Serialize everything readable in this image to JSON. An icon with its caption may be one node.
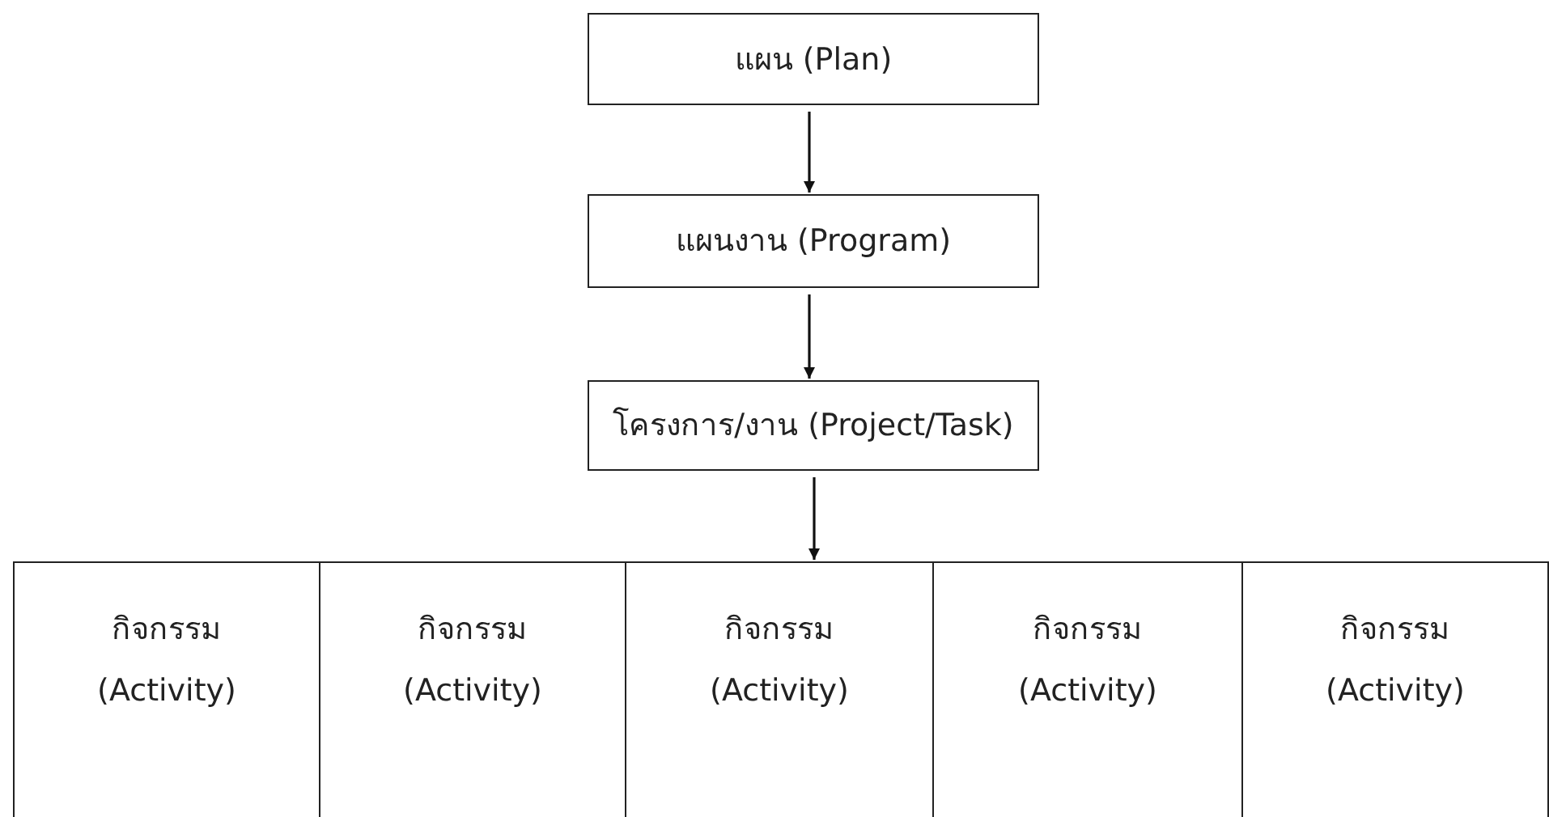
{
  "diagram": {
    "nodes": [
      {
        "text": [
          "แผน (Plan)"
        ]
      },
      {
        "text": [
          "แผนงาน (Program)"
        ]
      },
      {
        "text": [
          "โครงการ/งาน (Project/Task)"
        ]
      },
      {
        "text": [
          "กิจกรรม (Activity)"
        ]
      },
      {
        "text": [
          "กิจกรรม (Activity)"
        ]
      },
      {
        "text": [
          "กิจกรรม (Activity)"
        ]
      },
      {
        "text": [
          "กิจกรรม (Activity)"
        ]
      },
      {
        "text": [
          "กิจกรรม (Activity)"
        ]
      }
    ],
    "edges": [
      {
        "from": 0,
        "to": 1,
        "arrow": "to"
      },
      {
        "from": 1,
        "to": 2,
        "arrow": "to"
      },
      {
        "from": 2,
        "to": 5,
        "arrow": "to"
      }
    ]
  }
}
